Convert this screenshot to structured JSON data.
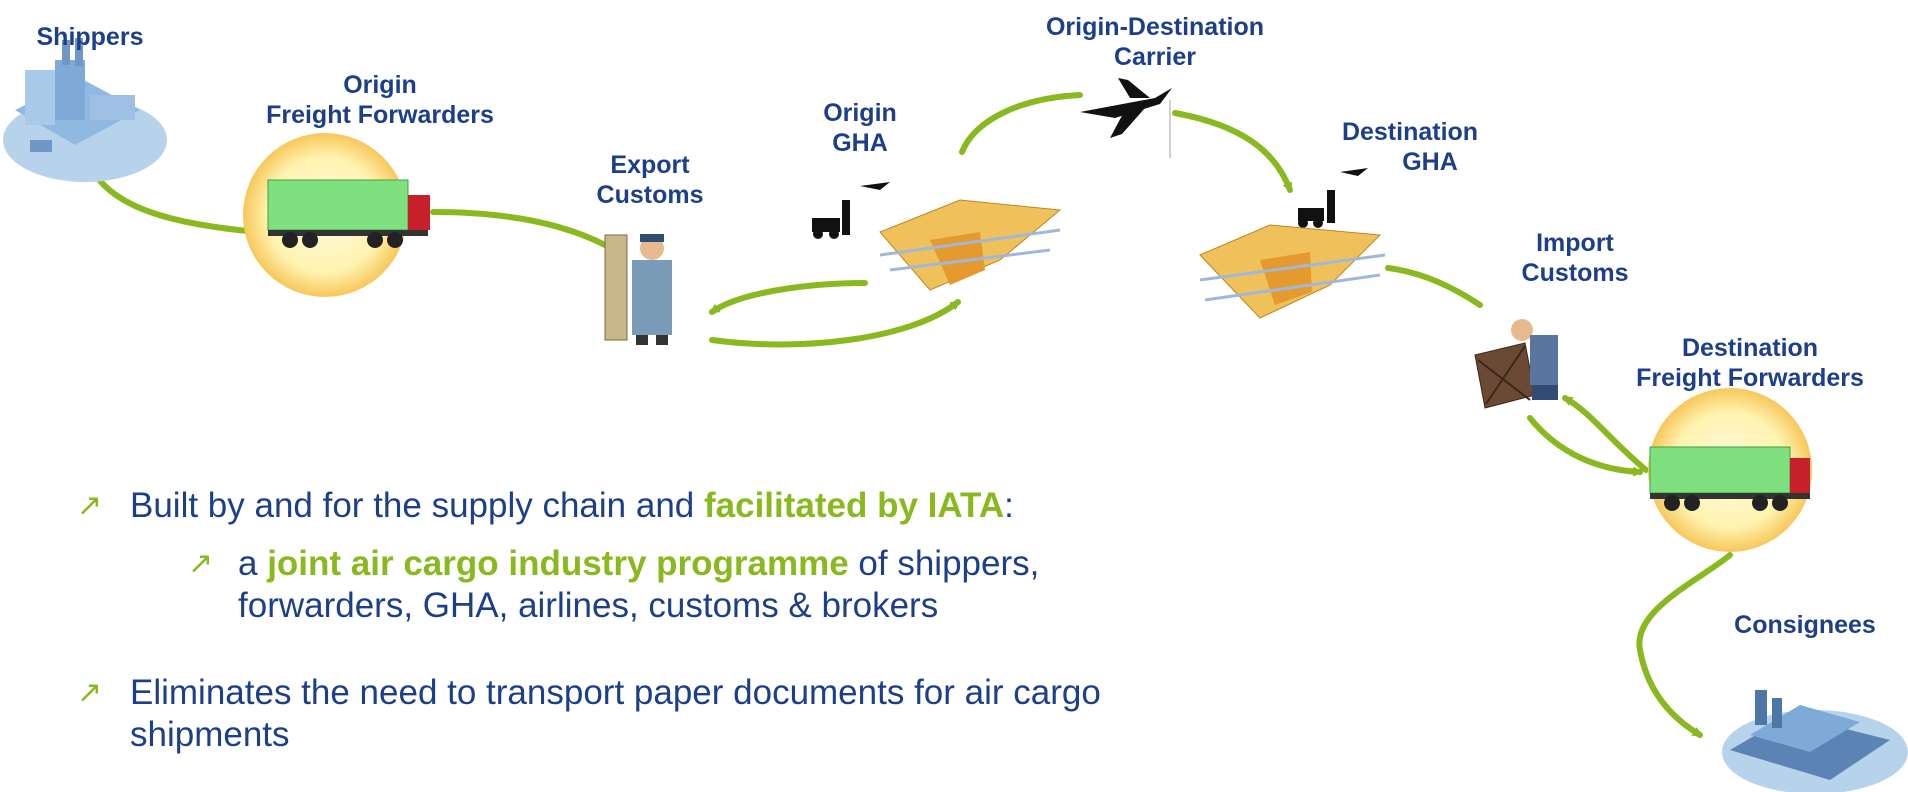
{
  "nodes": {
    "shippers": "Shippers",
    "origin_ff": [
      "Origin",
      "Freight Forwarders"
    ],
    "export_customs": [
      "Export",
      "Customs"
    ],
    "origin_gha": [
      "Origin",
      "GHA"
    ],
    "carrier": [
      "Origin-Destination",
      "Carrier"
    ],
    "dest_gha": [
      "Destination",
      "GHA"
    ],
    "import_customs": [
      "Import",
      "Customs"
    ],
    "dest_ff": [
      "Destination",
      "Freight Forwarders"
    ],
    "consignees": "Consignees"
  },
  "bullets": [
    {
      "pre": "Built by and for the supply chain and ",
      "hl": "facilitated by IATA",
      "post": ":"
    },
    {
      "pre": "a ",
      "hl": "joint air cargo industry programme",
      "post": " of shippers,",
      "cont": "forwarders, GHA, airlines, customs & brokers"
    },
    {
      "pre": "Eliminates the need to transport paper documents for air cargo",
      "cont": "shipments"
    }
  ],
  "colors": {
    "arrow": "#8ab81f",
    "label": "#1d3f8a"
  },
  "bullet_icon": "arrow-up-right-icon"
}
